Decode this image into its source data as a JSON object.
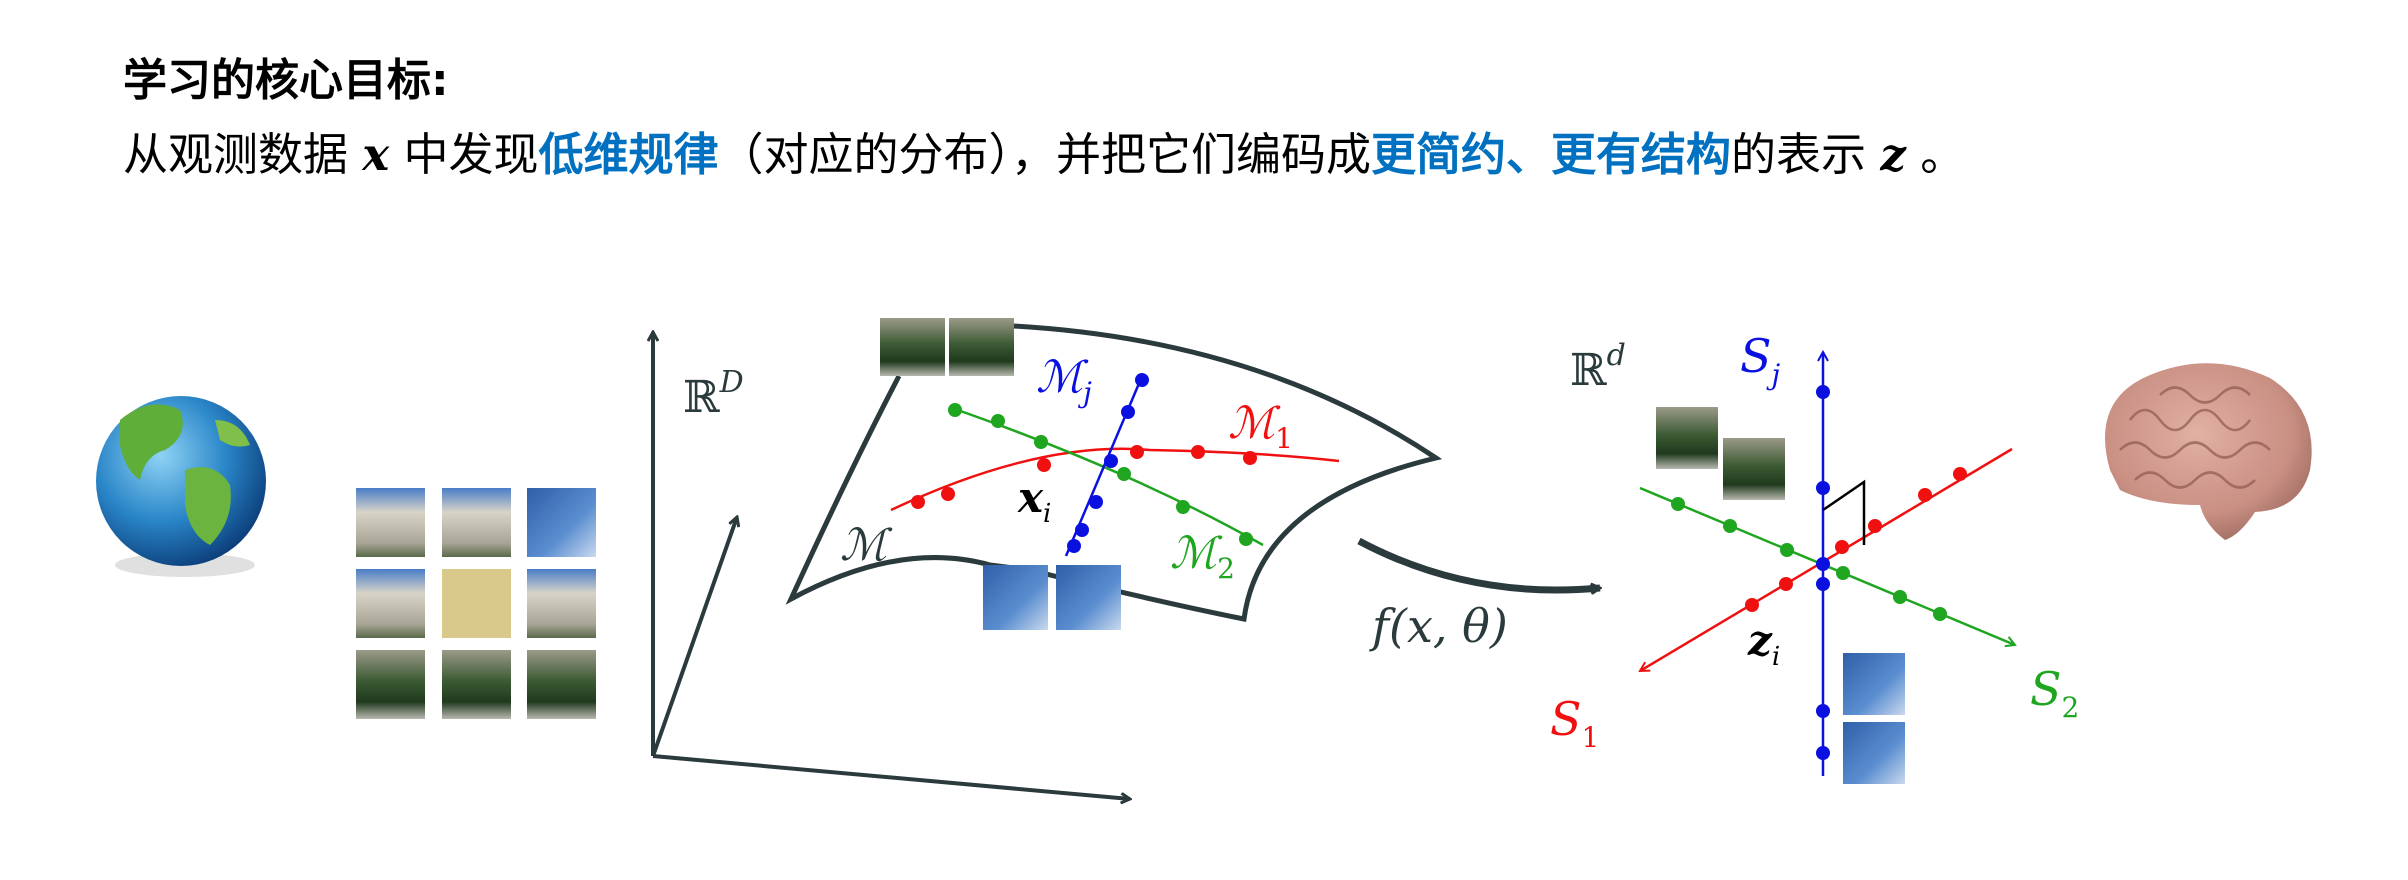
{
  "heading": {
    "title": "学习的核心目标:",
    "line": {
      "p1": "从观测数据 ",
      "x": "x",
      "p2": " 中发现",
      "hl1": "低维规律",
      "p3": "（对应的分布），并把它们编码成",
      "hl2": "更简约、更有结构",
      "p4": "的表示 ",
      "z": "z",
      "p5": " 。"
    }
  },
  "diagram": {
    "high_space": {
      "main": "ℝ",
      "sup": "D"
    },
    "low_space": {
      "main": "ℝ",
      "sup": "d"
    },
    "manifold": "ℳ",
    "m1": {
      "main": "ℳ",
      "sub": "1"
    },
    "m2": {
      "main": "ℳ",
      "sub": "2"
    },
    "mj": {
      "main": "ℳ",
      "sub": "j"
    },
    "xi": {
      "main": "x",
      "sub": "i"
    },
    "zi": {
      "main": "z",
      "sub": "i"
    },
    "s1": {
      "main": "S",
      "sub": "1"
    },
    "s2": {
      "main": "S",
      "sub": "2"
    },
    "sj": {
      "main": "S",
      "sub": "j"
    },
    "mapping": "f(x, θ)"
  },
  "colors": {
    "highlight": "#0070C0",
    "axis": "#2b3b3d",
    "red": "#f01010",
    "green": "#1fa51f",
    "blue": "#0a10e0"
  }
}
